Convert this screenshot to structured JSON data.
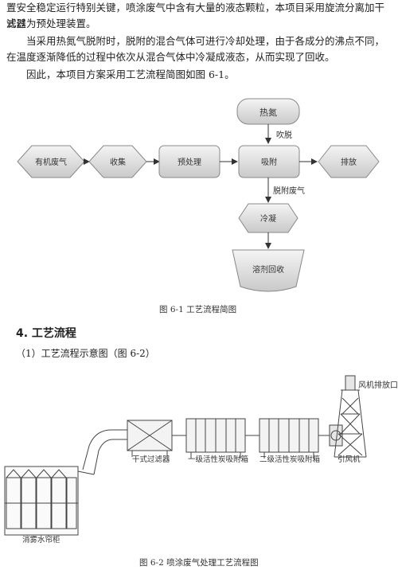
{
  "text": {
    "line1": "置安全稳定运行特别关键，喷涂废气中含有大量的液态颗粒，本项目采用旋流分离加干式过",
    "line2": "滤器为预处理装置。",
    "para2": "当采用热氮气脱附时，脱附的混合气体可进行冷却处理，由于各成分的沸点不同，在温度逐渐降低的过程中依次从混合气体中冷凝成液态，从而实现了回收。",
    "para3": "因此，本项目方案采用工艺流程简图如图 6-1。"
  },
  "flow": {
    "hot_n2": "热氮",
    "desorb": "吹脱",
    "organic_gas": "有机废气",
    "collect": "收集",
    "pretreat": "预处理",
    "adsorb": "吸附",
    "discharge": "排放",
    "desorb_gas": "脱附废气",
    "condense": "冷凝",
    "solvent_recovery": "溶剂回收"
  },
  "figure1_caption": "图 6-1    工艺流程简图",
  "section": {
    "title": "4. 工艺流程",
    "subtitle": "（1）工艺流程示意图（图 6-2）"
  },
  "equipment": {
    "outlet": "风机排放口",
    "dry_filter": "干式过滤器",
    "stage1": "一级活性炭吸附箱",
    "stage2": "二级活性炭吸附箱",
    "fan": "引风机",
    "mist_curtain": "消雾水帘柜"
  },
  "figure2_caption": "图 6-2    喷涂废气处理工艺流程图"
}
